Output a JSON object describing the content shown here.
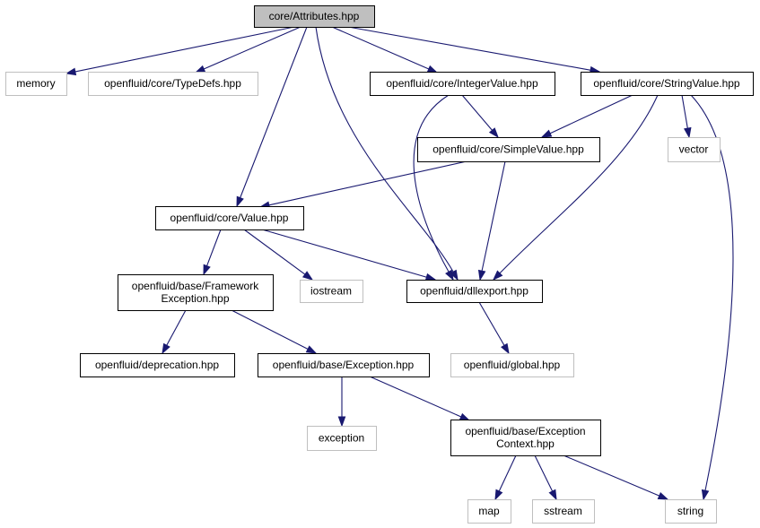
{
  "nodes": [
    {
      "id": "attributes",
      "lines": [
        "core/Attributes.hpp"
      ],
      "style": "root"
    },
    {
      "id": "memory",
      "lines": [
        "memory"
      ],
      "style": "faint"
    },
    {
      "id": "typedefs",
      "lines": [
        "openfluid/core/TypeDefs.hpp"
      ],
      "style": "faint"
    },
    {
      "id": "integervalue",
      "lines": [
        "openfluid/core/IntegerValue.hpp"
      ],
      "style": "solid"
    },
    {
      "id": "stringvalue",
      "lines": [
        "openfluid/core/StringValue.hpp"
      ],
      "style": "solid"
    },
    {
      "id": "simplevalue",
      "lines": [
        "openfluid/core/SimpleValue.hpp"
      ],
      "style": "solid"
    },
    {
      "id": "vector",
      "lines": [
        "vector"
      ],
      "style": "faint"
    },
    {
      "id": "value",
      "lines": [
        "openfluid/core/Value.hpp"
      ],
      "style": "solid"
    },
    {
      "id": "frameworkexception",
      "lines": [
        "openfluid/base/Framework",
        "Exception.hpp"
      ],
      "style": "solid"
    },
    {
      "id": "iostream",
      "lines": [
        "iostream"
      ],
      "style": "faint"
    },
    {
      "id": "dllexport",
      "lines": [
        "openfluid/dllexport.hpp"
      ],
      "style": "solid"
    },
    {
      "id": "deprecation",
      "lines": [
        "openfluid/deprecation.hpp"
      ],
      "style": "solid"
    },
    {
      "id": "exception_hpp",
      "lines": [
        "openfluid/base/Exception.hpp"
      ],
      "style": "solid"
    },
    {
      "id": "global",
      "lines": [
        "openfluid/global.hpp"
      ],
      "style": "faint"
    },
    {
      "id": "exception",
      "lines": [
        "exception"
      ],
      "style": "faint"
    },
    {
      "id": "exceptioncontext",
      "lines": [
        "openfluid/base/Exception",
        "Context.hpp"
      ],
      "style": "solid"
    },
    {
      "id": "map",
      "lines": [
        "map"
      ],
      "style": "faint"
    },
    {
      "id": "sstream",
      "lines": [
        "sstream"
      ],
      "style": "faint"
    },
    {
      "id": "string",
      "lines": [
        "string"
      ],
      "style": "faint"
    }
  ],
  "edges": [
    [
      "attributes",
      "memory"
    ],
    [
      "attributes",
      "typedefs"
    ],
    [
      "attributes",
      "integervalue"
    ],
    [
      "attributes",
      "stringvalue"
    ],
    [
      "attributes",
      "value"
    ],
    [
      "attributes",
      "dllexport"
    ],
    [
      "integervalue",
      "simplevalue"
    ],
    [
      "integervalue",
      "dllexport"
    ],
    [
      "stringvalue",
      "simplevalue"
    ],
    [
      "stringvalue",
      "vector"
    ],
    [
      "stringvalue",
      "dllexport"
    ],
    [
      "stringvalue",
      "string"
    ],
    [
      "simplevalue",
      "value"
    ],
    [
      "simplevalue",
      "dllexport"
    ],
    [
      "value",
      "frameworkexception"
    ],
    [
      "value",
      "iostream"
    ],
    [
      "value",
      "dllexport"
    ],
    [
      "frameworkexception",
      "deprecation"
    ],
    [
      "frameworkexception",
      "exception_hpp"
    ],
    [
      "dllexport",
      "global"
    ],
    [
      "exception_hpp",
      "exception"
    ],
    [
      "exception_hpp",
      "exceptioncontext"
    ],
    [
      "exceptioncontext",
      "map"
    ],
    [
      "exceptioncontext",
      "sstream"
    ],
    [
      "exceptioncontext",
      "string"
    ]
  ]
}
